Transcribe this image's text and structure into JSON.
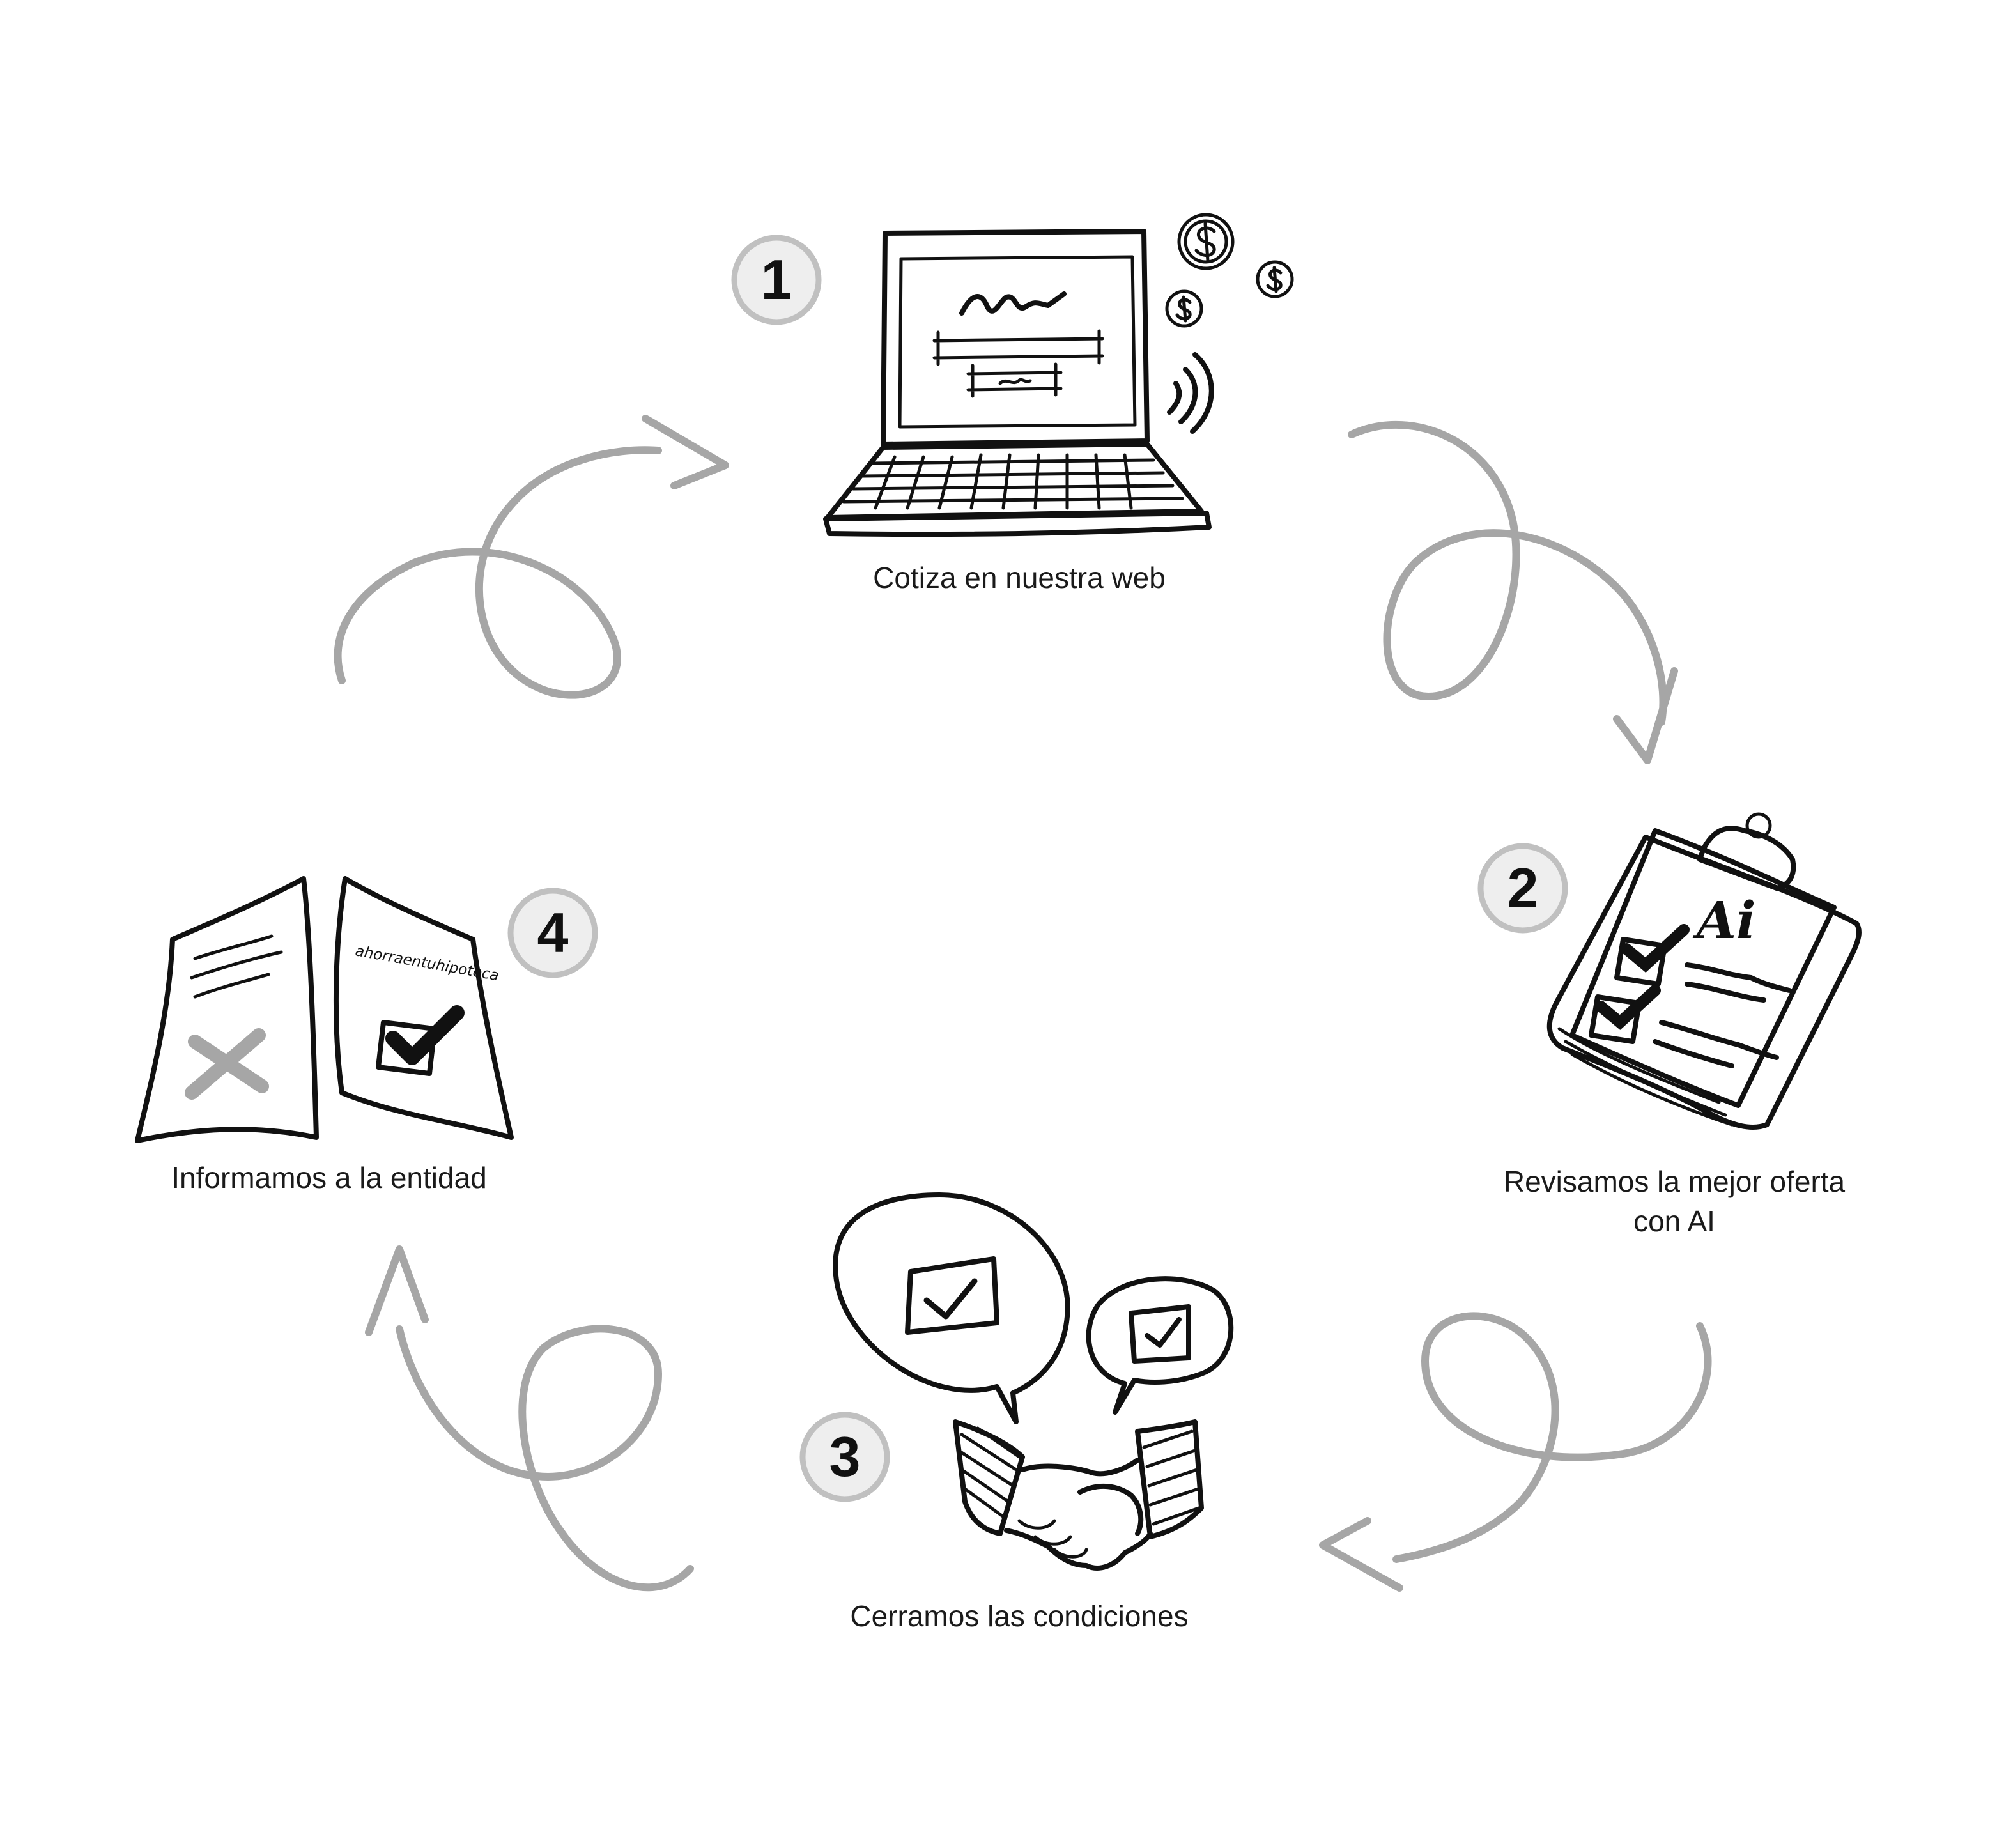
{
  "diagram": {
    "colors": {
      "ink": "#111111",
      "arrow": "#a6a6a6",
      "badge_fill": "#eeeeee",
      "badge_ring": "#c0c0c0",
      "background": "#ffffff"
    },
    "steps": [
      {
        "number": "1",
        "label": "Cotiza en nuestra web",
        "icon": "laptop-icon"
      },
      {
        "number": "2",
        "label_lines": [
          "Revisamos la mejor oferta",
          "con AI"
        ],
        "icon": "clipboard-checklist-icon"
      },
      {
        "number": "3",
        "label": "Cerramos las condiciones",
        "icon": "handshake-icon"
      },
      {
        "number": "4",
        "label": "Informamos a la entidad",
        "icon": "documents-icon"
      }
    ],
    "illustrations": {
      "clipboard_text": "Ai",
      "document_brand": "ahorraentuhipoteca"
    }
  }
}
